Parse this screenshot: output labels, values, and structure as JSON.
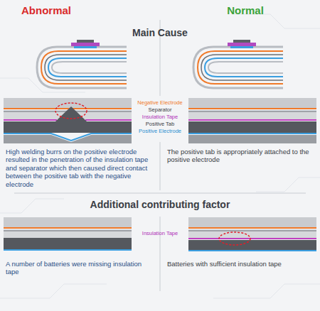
{
  "diagram": {
    "title": "Main Cause",
    "labels": [
      "Abnormal",
      "Normal",
      "Negative Electrode",
      "Separator",
      "Insulation Tape",
      "Positive Tab",
      "Positive Electrode",
      "High welding burrs on the positive electrode resulted in the penetration of the insulation tape and separator which then caused direct contact between the positive tab with the negative electrode",
      "The positive tab is appropriately attached to the positive electrode",
      "Additional contributing factor",
      "Insulation Tape",
      "A number of batteries were missing insulation tape",
      "Batteries with sufficient insulation tape"
    ]
  }
}
